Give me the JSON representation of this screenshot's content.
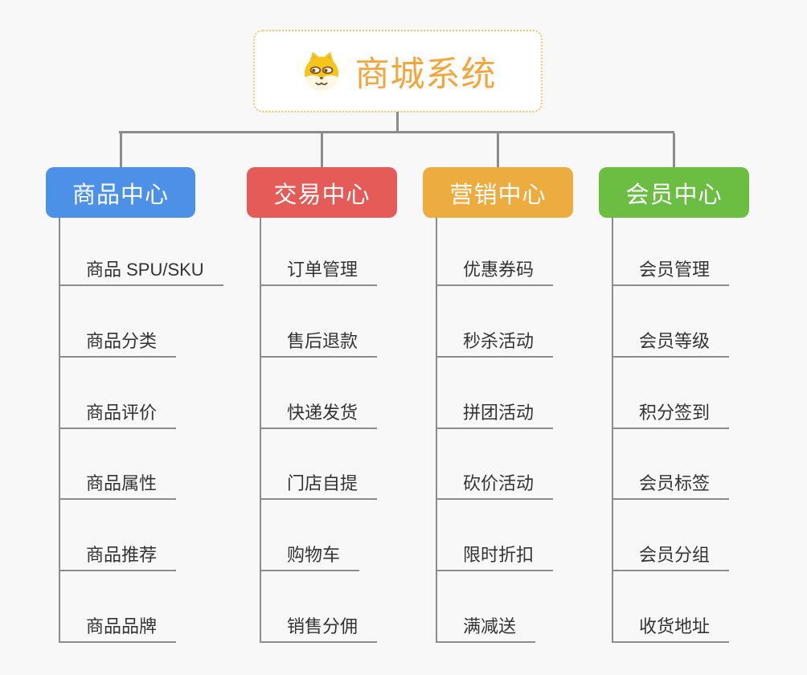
{
  "canvas": {
    "background": "#f8f8f8",
    "connector_color": "#8c8c8c"
  },
  "root": {
    "title": "商城系统",
    "icon": "shiba-dog-icon",
    "text_color": "#f2a63c",
    "border_color": "#f6c66f",
    "background": "#ffffff"
  },
  "branches": [
    {
      "label": "商品中心",
      "color": "#4d90e8",
      "items": [
        "商品 SPU/SKU",
        "商品分类",
        "商品评价",
        "商品属性",
        "商品推荐",
        "商品品牌"
      ]
    },
    {
      "label": "交易中心",
      "color": "#e45b57",
      "items": [
        "订单管理",
        "售后退款",
        "快递发货",
        "门店自提",
        "购物车",
        "销售分佣"
      ]
    },
    {
      "label": "营销中心",
      "color": "#edac40",
      "items": [
        "优惠券码",
        "秒杀活动",
        "拼团活动",
        "砍价活动",
        "限时折扣",
        "满减送"
      ]
    },
    {
      "label": "会员中心",
      "color": "#6cbe43",
      "items": [
        "会员管理",
        "会员等级",
        "积分签到",
        "会员标签",
        "会员分组",
        "收货地址"
      ]
    }
  ]
}
